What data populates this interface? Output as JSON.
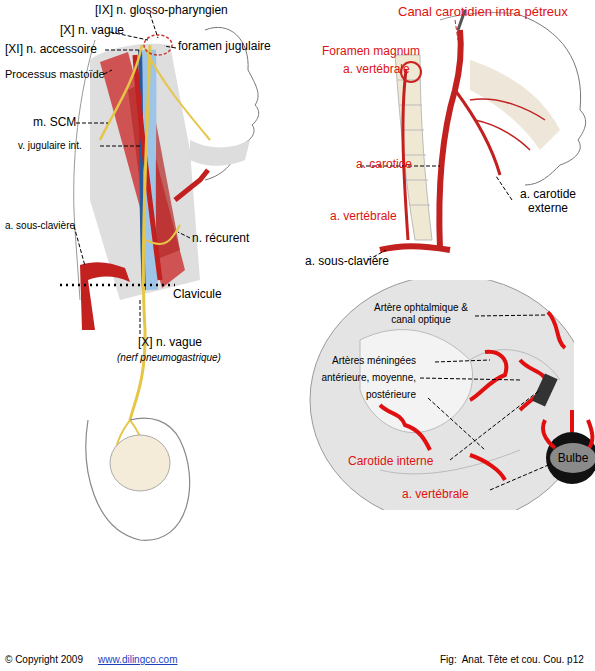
{
  "diagram": {
    "caption": "Fig:  Anat. Tête et cou. Cou. p12",
    "nodes": [
      {
        "text": [
          "Bulbe"
        ]
      }
    ],
    "labels": [
      "[IX] n. glosso-pharyngien",
      "[X] n. vague",
      "[XI] n. accessoire",
      "foramen jugulaire",
      "Processus mastoïde",
      "m. SCM",
      "v. jugulaire int.",
      "a. sous-clavière",
      "n. récurent",
      "Clavicule",
      "[X] n. vague",
      "(nerf pneumogastrique)",
      "Canal carotidien intra pétreux",
      "Foramen magnum",
      "a. vertébrale",
      "a. carotide",
      "a. vertébrale",
      "a. carotide externe",
      "a. sous-clavière",
      "Artère ophtalmique & canal optique",
      "Artères méningées antérieure, moyenne, postérieure",
      "Carotide interne",
      "a. vertébrale",
      "© Copyright 2009",
      "www.dilingco.com"
    ]
  }
}
